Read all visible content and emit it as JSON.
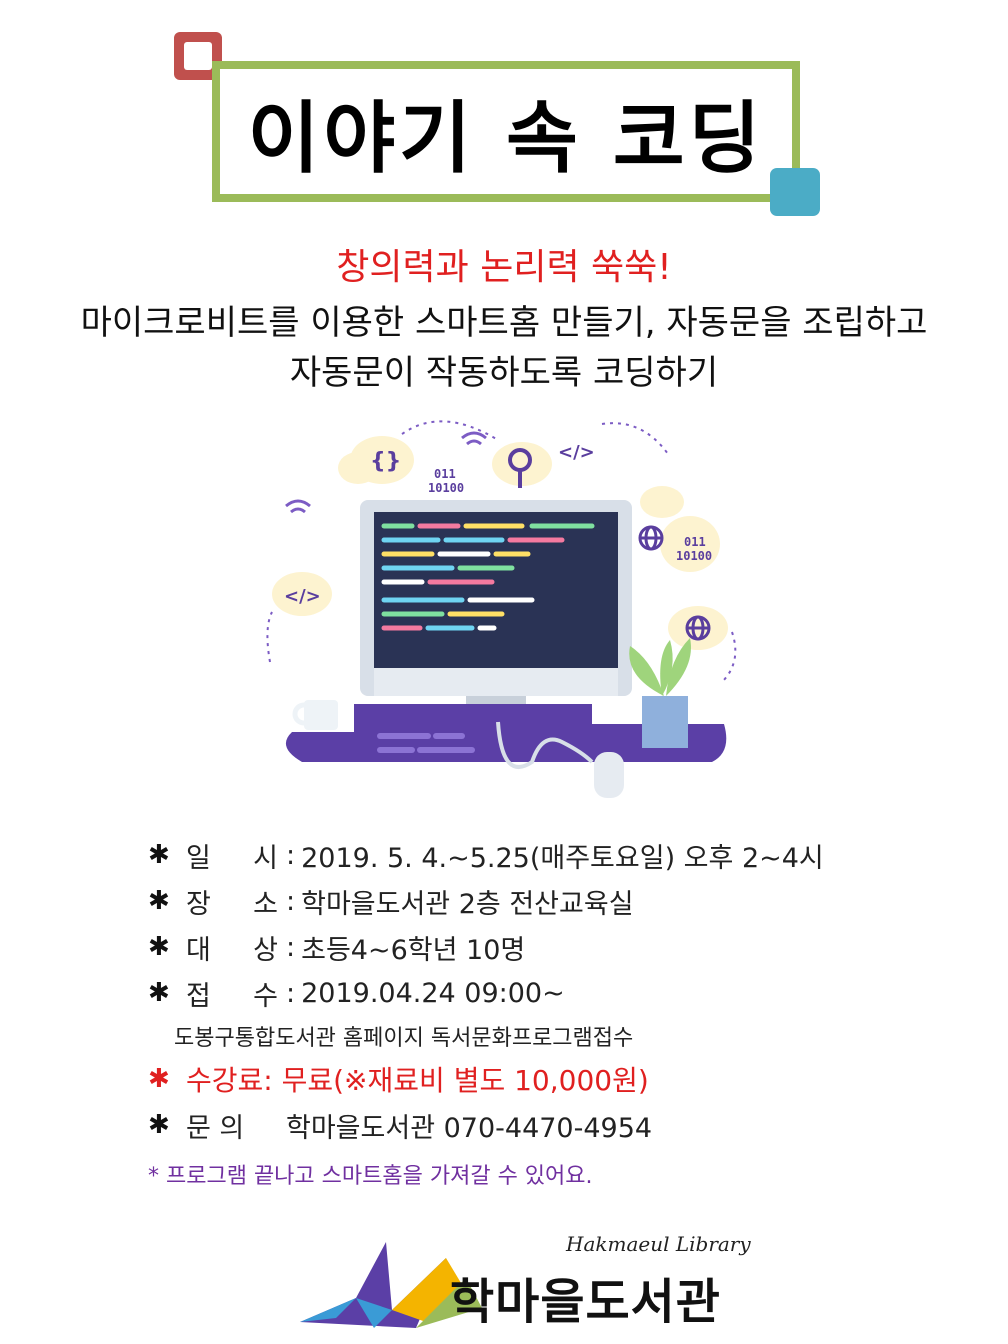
{
  "header": {
    "title": "이야기 속 코딩"
  },
  "headline": {
    "tagline": "창의력과 논리력 쑥쑥!",
    "line1": "마이크로비트를 이용한 스마트홈 만들기, 자동문을 조립하고",
    "line2": "자동문이 작동하도록 코딩하기"
  },
  "illustration": {
    "code_binary": "011\n10100",
    "braces": "{}",
    "tag": "</>",
    "binary_right": "011\n10100"
  },
  "info": {
    "star": "✱",
    "date": {
      "label_a": "일",
      "label_b": "시",
      "value": "2019. 5. 4.~5.25(매주토요일) 오후 2~4시"
    },
    "place": {
      "label_a": "장",
      "label_b": "소",
      "value": "학마을도서관 2층 전산교육실"
    },
    "target": {
      "label_a": "대",
      "label_b": "상",
      "value": "초등4~6학년 10명"
    },
    "apply": {
      "label_a": "접",
      "label_b": "수",
      "value": "2019.04.24 09:00~"
    },
    "apply_sub": "도봉구통합도서관 홈페이지 독서문화프로그램접수",
    "fee": "수강료: 무료(※재료비 별도 10,000원)",
    "contact": {
      "label": "문 의",
      "value": "학마을도서관 070-4470-4954"
    }
  },
  "note": "* 프로그램 끝나고 스마트홈을 가져갈 수 있어요.",
  "logo": {
    "english": "Hakmaeul Library",
    "korean": "학마을도서관"
  },
  "colors": {
    "red": "#e02020",
    "green": "#9bbb59",
    "blue": "#4bacc6",
    "purple": "#7030a0",
    "maroon": "#c0504d"
  }
}
